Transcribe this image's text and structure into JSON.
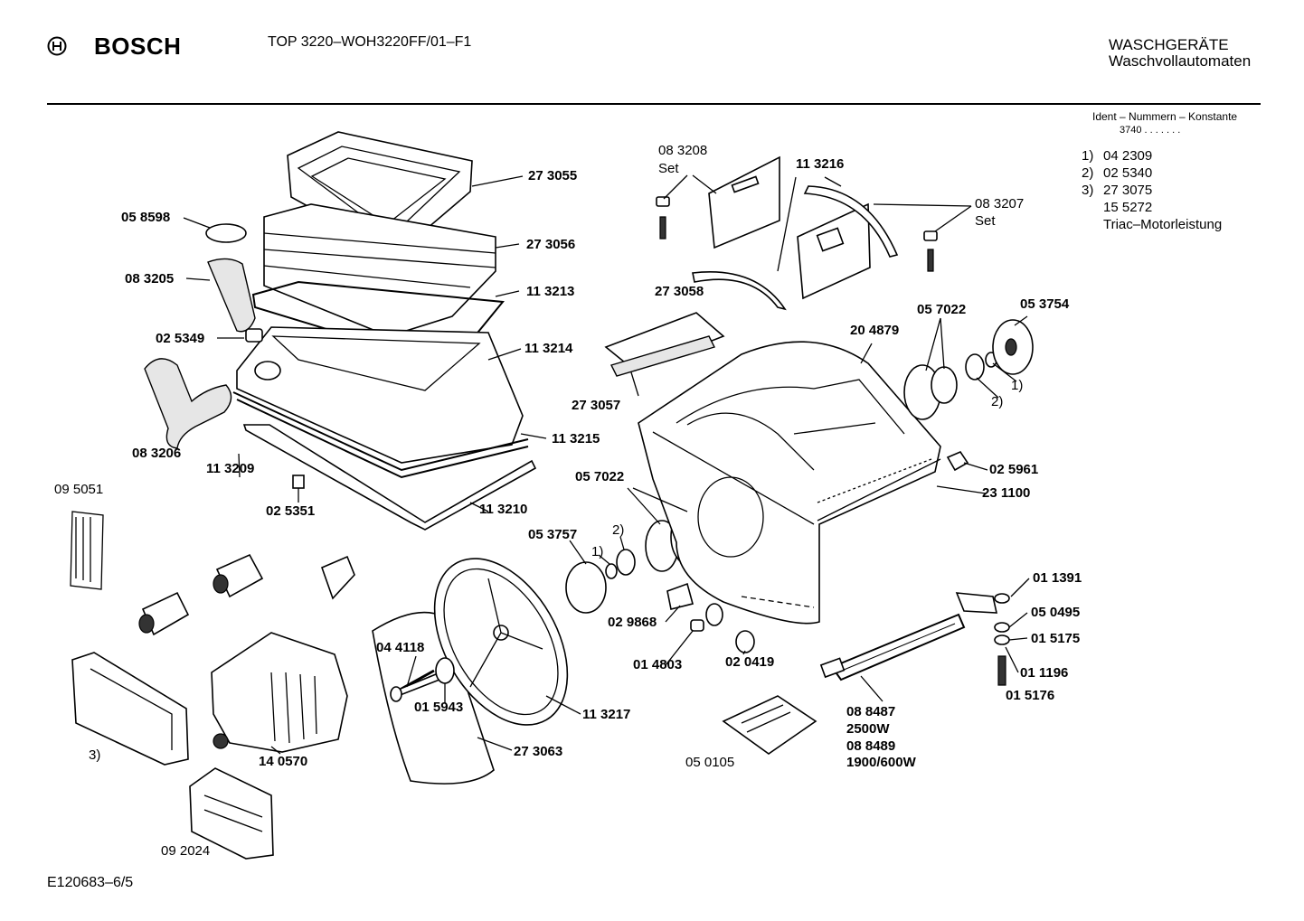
{
  "header": {
    "brand": "BOSCH",
    "model": "TOP 3220–WOH3220FF/01–F1",
    "category_line1": "WASCHGERÄTE",
    "category_line2": "Waschvollautomaten"
  },
  "ident": {
    "title": "Ident – Nummern – Konstante",
    "value": "3740 . .  . . . . .",
    "notes": [
      {
        "marker": "1)",
        "value": "04 2309"
      },
      {
        "marker": "2)",
        "value": "02 5340"
      },
      {
        "marker": "3)",
        "value": "27 3075"
      },
      {
        "marker": "",
        "value": "15 5272"
      },
      {
        "marker": "",
        "value": "Triac–Motorleistung"
      }
    ]
  },
  "parts": {
    "p273055": "27 3055",
    "p058598": "05 8598",
    "p273056": "27 3056",
    "p083205": "08 3205",
    "p113213": "11 3213",
    "p025349": "02 5349",
    "p113214": "11 3214",
    "p083206": "08 3206",
    "p113215": "11 3215",
    "p113209": "11 3209",
    "p113210": "11 3210",
    "p025351": "02 5351",
    "p095051": "09 5051",
    "p083208": "08 3208",
    "set1": "Set",
    "p113216": "11 3216",
    "p083207": "08 3207",
    "set2": "Set",
    "p273058": "27 3058",
    "p273057": "27 3057",
    "p204879": "20 4879",
    "p057022a": "05 7022",
    "p053754": "05 3754",
    "mark1a": "1)",
    "mark2a": "2)",
    "p025961": "02 5961",
    "p231100": "23 1100",
    "p057022b": "05 7022",
    "p053757": "05 3757",
    "mark2b": "2)",
    "mark1b": "1)",
    "p029868": "02 9868",
    "p014803": "01 4803",
    "p020419": "02 0419",
    "p044118": "04 4118",
    "p015943": "01 5943",
    "p113217": "11 3217",
    "p273063": "27 3063",
    "p140570": "14 0570",
    "mark3": "3)",
    "p092024": "09 2024",
    "p050105": "05 0105",
    "p011391": "01 1391",
    "p050495": "05 0495",
    "p015175": "01 5175",
    "p011196": "01 1196",
    "p015176": "01 5176",
    "p088487": "08 8487",
    "w2500": "2500W",
    "p088489": "08 8489",
    "w1900": "1900/600W"
  },
  "footer": {
    "code": "E120683–6/5"
  }
}
